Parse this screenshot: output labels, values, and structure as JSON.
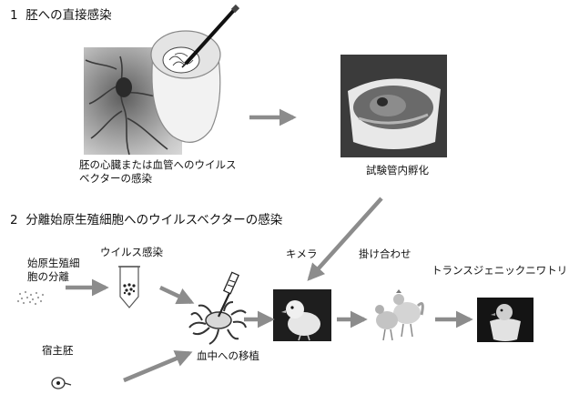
{
  "section1": {
    "number": "1",
    "title": "胚への直接感染"
  },
  "section2": {
    "number": "2",
    "title": "分離始原生殖細胞へのウイルスベクターの感染"
  },
  "labels": {
    "embryo_injection_line1": "胚の心臓または血管へのウイルス",
    "embryo_injection_line2": "ベクターの感染",
    "test_tube_hatching": "試験管内孵化",
    "pgc_isolation_line1": "始原生殖細",
    "pgc_isolation_line2": "胞の分離",
    "virus_infection": "ウイルス感染",
    "host_embryo": "宿主胚",
    "blood_transplant": "血中への移植",
    "chimera": "キメラ",
    "crossing": "掛け合わせ",
    "transgenic_chicken": "トランスジェニックニワトリ"
  },
  "colors": {
    "arrow": "#8c8c8c",
    "text": "#111111",
    "background": "#ffffff"
  }
}
